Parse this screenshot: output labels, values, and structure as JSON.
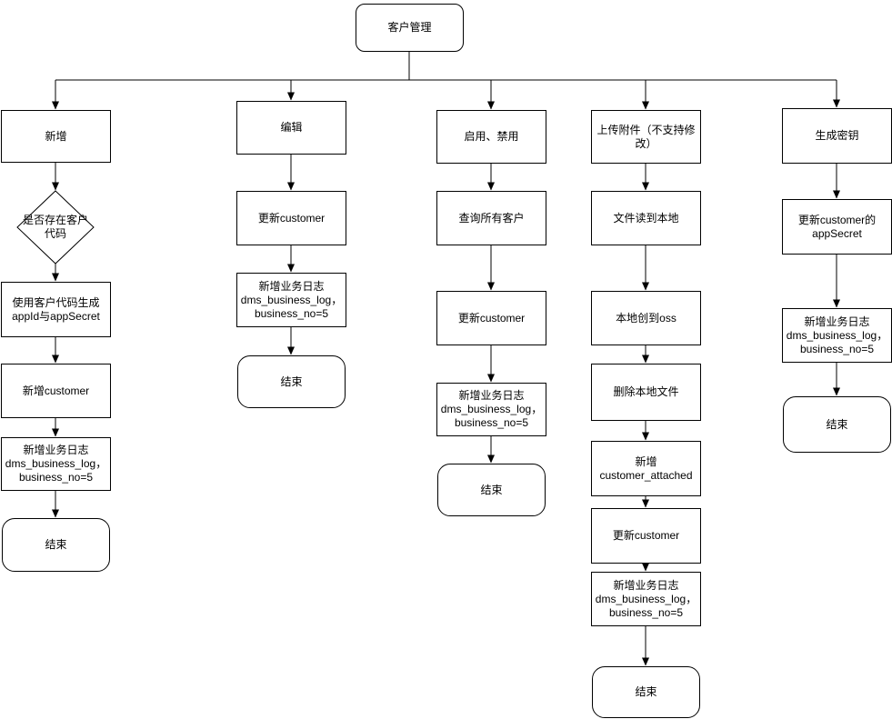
{
  "diagram": {
    "colors": {
      "stroke": "#000000",
      "fill": "#ffffff",
      "text": "#000000"
    },
    "root": {
      "label": "客户管理"
    },
    "branches": [
      {
        "name": "add",
        "nodes": [
          {
            "label": "新增"
          },
          {
            "label": "是否存在客户\n代码"
          },
          {
            "label": "使用客户代码生成\nappId与appSecret"
          },
          {
            "label": "新增customer"
          },
          {
            "label": "新增业务日志\ndms_business_log，\nbusiness_no=5"
          },
          {
            "label": "结束"
          }
        ]
      },
      {
        "name": "edit",
        "nodes": [
          {
            "label": "编辑"
          },
          {
            "label": "更新customer"
          },
          {
            "label": "新增业务日志\ndms_business_log，\nbusiness_no=5"
          },
          {
            "label": "结束"
          }
        ]
      },
      {
        "name": "enable-disable",
        "nodes": [
          {
            "label": "启用、禁用"
          },
          {
            "label": "查询所有客户"
          },
          {
            "label": "更新customer"
          },
          {
            "label": "新增业务日志\ndms_business_log，\nbusiness_no=5"
          },
          {
            "label": "结束"
          }
        ]
      },
      {
        "name": "upload-attachment",
        "nodes": [
          {
            "label": "上传附件（不支持修\n改）"
          },
          {
            "label": "文件读到本地"
          },
          {
            "label": "本地创到oss"
          },
          {
            "label": "删除本地文件"
          },
          {
            "label": "新增\ncustomer_attached"
          },
          {
            "label": "更新customer"
          },
          {
            "label": "新增业务日志\ndms_business_log，\nbusiness_no=5"
          },
          {
            "label": "结束"
          }
        ]
      },
      {
        "name": "generate-secret",
        "nodes": [
          {
            "label": "生成密钥"
          },
          {
            "label": "更新customer的\nappSecret"
          },
          {
            "label": "新增业务日志\ndms_business_log，\nbusiness_no=5"
          },
          {
            "label": "结束"
          }
        ]
      }
    ]
  }
}
